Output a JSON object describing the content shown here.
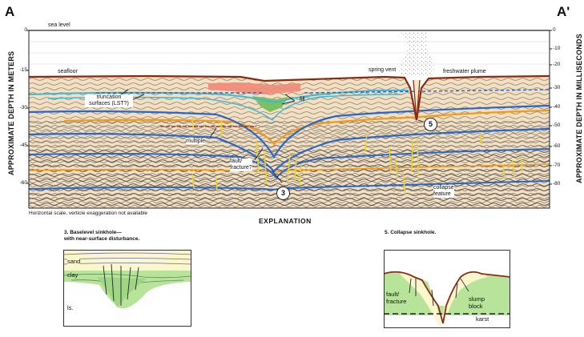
{
  "corner_left": "A",
  "corner_right": "A'",
  "y_axis_left": {
    "label": "APPROXIMATE DEPTH IN METERS",
    "ticks": [
      "0",
      "-15",
      "-30",
      "-45",
      "-60"
    ]
  },
  "y_axis_right": {
    "label": "APPROXIMATE DEPTH IN MILLISECONDS",
    "ticks": [
      "0",
      "-10",
      "-20",
      "-30",
      "-40",
      "-50",
      "-60",
      "-70",
      "-80"
    ]
  },
  "profile_labels": {
    "sea_level": "sea level",
    "seafloor": "seafloor",
    "truncation": "truncation\nsurfaces (LST?)",
    "fill": "fill",
    "multiple": "multiple",
    "fault": "fault/\nfracture?",
    "spring_vent": "spring vent",
    "freshwater_plume": "freshwater plume",
    "collapse_feature": "collapse\nfeature",
    "marker_3": "3",
    "marker_5": "5"
  },
  "note": "Horizontal scale, verticle exaggeration not available",
  "explanation": "EXPLANATION",
  "panel_3": {
    "caption": "3. Baselevel sinkhole—\nwith near-surface disturbance.",
    "sand": "sand",
    "clay": "clay",
    "ls": "ls."
  },
  "panel_5": {
    "caption": "5. Collapse sinkhole.",
    "fault": "fault/\nfracture",
    "slump": "slump\nblock",
    "karst": "karst"
  },
  "colors": {
    "seafloor": "#8b2a10",
    "sediment": "#f3dfc1",
    "truncation": "#3fb8d8",
    "blue_reflector": "#2a67c8",
    "orange_reflector": "#f29a1c",
    "fault": "#e8d23a",
    "fill_green": "#6fbf5a",
    "red_cap": "#ef8a78",
    "panel_green": "#b7e39a",
    "panel_sand": "#fbf6cc"
  }
}
